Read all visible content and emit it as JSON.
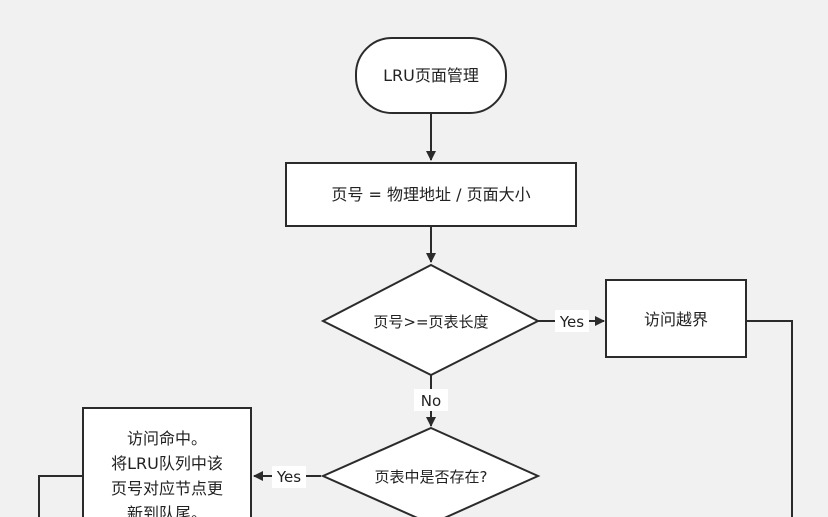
{
  "nodes": {
    "start": "LRU页面管理",
    "compute": "页号 = 物理地址 / 页面大小",
    "check_bounds": "页号>=页表长度",
    "out_of_bounds": "访问越界",
    "check_exists": "页表中是否存在?",
    "hit_line1": "访问命中。",
    "hit_line2": "将LRU队列中该",
    "hit_line3": "页号对应节点更",
    "hit_line4": "新到队尾。"
  },
  "edges": {
    "bounds_yes": "Yes",
    "bounds_no": "No",
    "exists_yes": "Yes"
  },
  "colors": {
    "background": "#f1f1f1",
    "node_fill": "#ffffff",
    "stroke": "#2b2b2b"
  }
}
